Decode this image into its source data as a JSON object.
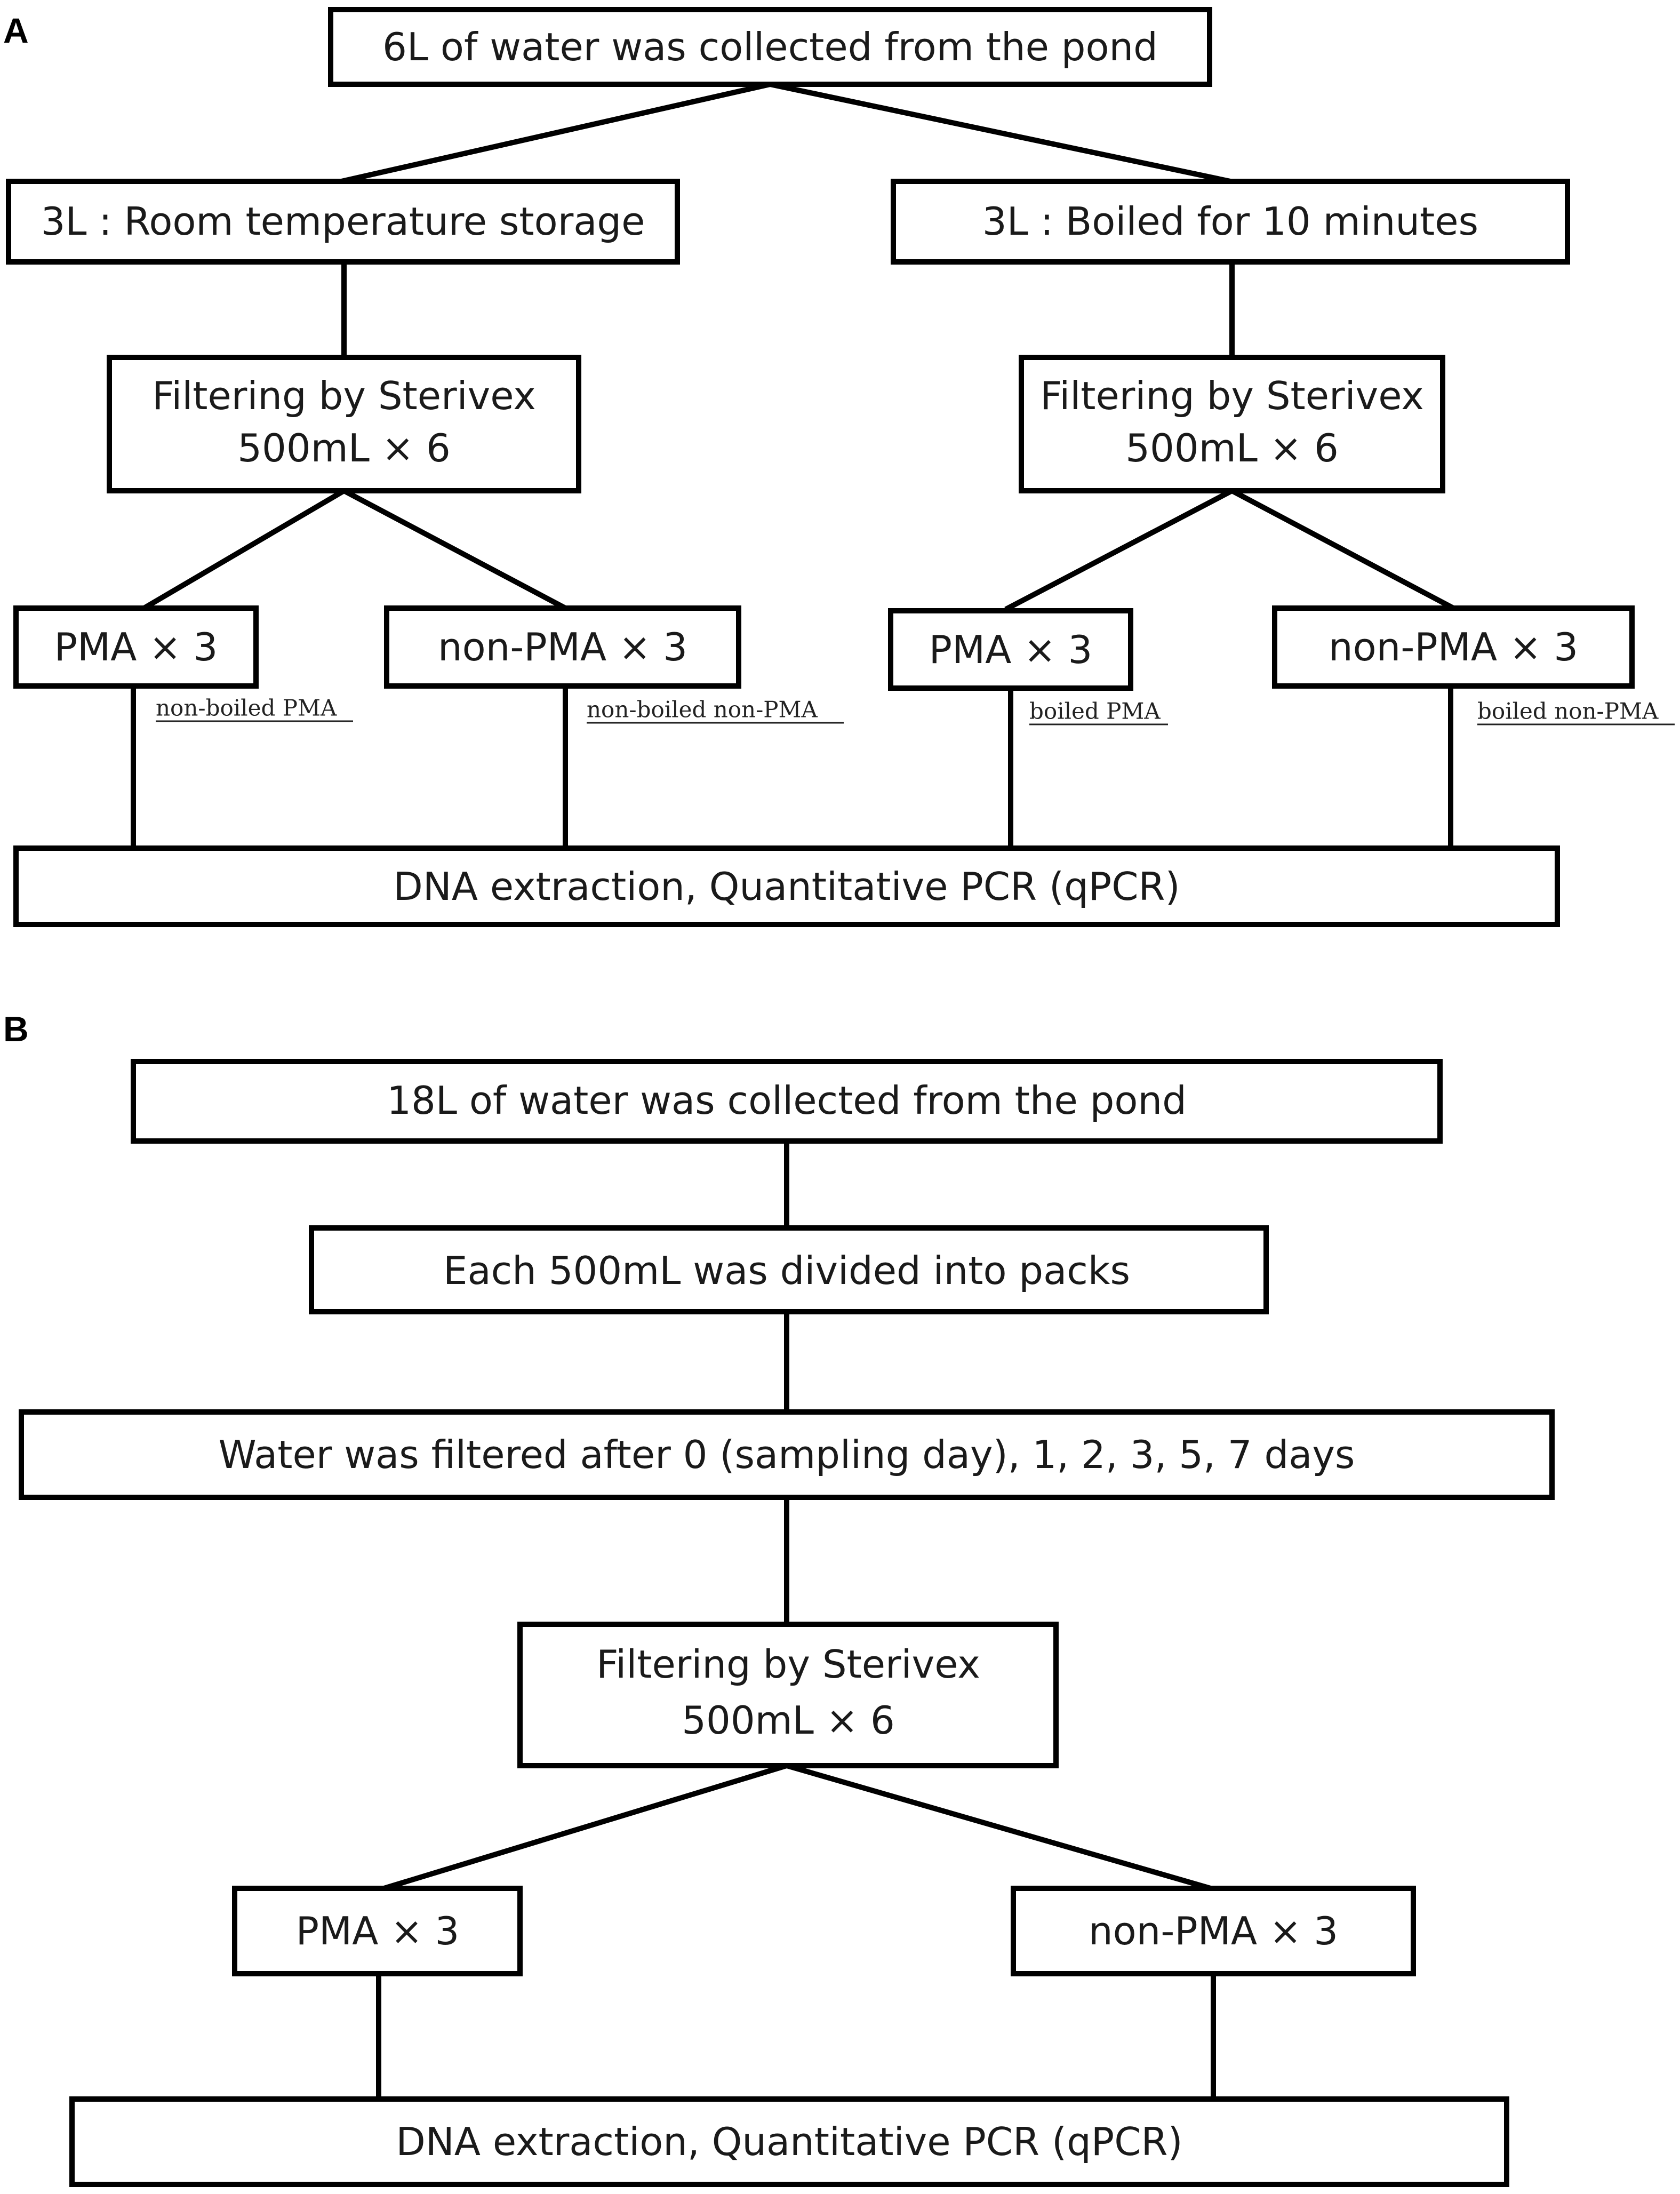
{
  "panels": {
    "a": "A",
    "b": "B"
  },
  "panel_a": {
    "collect": "6L of water was collected from the pond",
    "room_storage": "3L : Room temperature storage",
    "boiled": "3L : Boiled for 10 minutes",
    "filter_left": {
      "line1": "Filtering by Sterivex",
      "line2": "500mL × 6"
    },
    "filter_right": {
      "line1": "Filtering by Sterivex",
      "line2": "500mL × 6"
    },
    "pma_left": "PMA × 3",
    "nonpma_left": "non-PMA × 3",
    "pma_right": "PMA × 3",
    "nonpma_right": "non-PMA × 3",
    "labels": {
      "nonboiled_pma": "non-boiled PMA",
      "nonboiled_nonpma": "non-boiled non-PMA",
      "boiled_pma": "boiled PMA",
      "boiled_nonpma": "boiled non-PMA"
    },
    "dna": "DNA extraction, Quantitative PCR (qPCR)"
  },
  "panel_b": {
    "collect": "18L of water was collected from the pond",
    "divide": "Each 500mL was divided into packs",
    "filtered_after": "Water was filtered after 0 (sampling day), 1, 2, 3, 5, 7 days",
    "filter": {
      "line1": "Filtering by Sterivex",
      "line2": "500mL × 6"
    },
    "pma": "PMA × 3",
    "nonpma": "non-PMA × 3",
    "dna": "DNA extraction, Quantitative PCR (qPCR)"
  }
}
